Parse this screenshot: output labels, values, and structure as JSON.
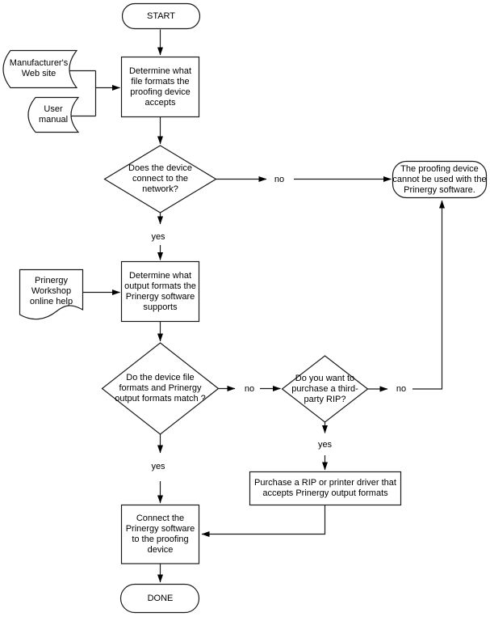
{
  "colors": {
    "ink": "#000000",
    "background": "#ffffff"
  },
  "nodes": {
    "start": "START",
    "manufacturer_site": "Manufacturer's\nWeb site",
    "user_manual": "User\nmanual",
    "determine_file_formats": "Determine what\nfile formats the\nproofing device\naccepts",
    "network_decision": "Does the device\nconnect to the\nnetwork?",
    "cannot_use": "The proofing device\ncannot be used with the\nPrinergy software.",
    "prinergy_help": "Prinergy\nWorkshop\nonline help",
    "determine_output_formats": "Determine what\noutput formats the\nPrinergy software\nsupports",
    "formats_match_decision": "Do the device file\nformats and Prinergy\noutput formats match ?",
    "third_party_rip_decision": "Do you want to\npurchase a third-\nparty RIP?",
    "purchase_rip": "Purchase a RIP or printer driver that\naccepts Prinergy output formats",
    "connect_software": "Connect the\nPrinergy software\nto the proofing\ndevice",
    "done": "DONE"
  },
  "edge_labels": {
    "network_no": "no",
    "network_yes": "yes",
    "match_no": "no",
    "match_yes": "yes",
    "rip_no": "no",
    "rip_yes": "yes"
  }
}
